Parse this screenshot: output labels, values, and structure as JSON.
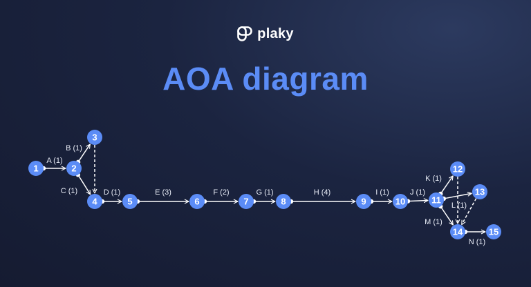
{
  "brand": {
    "name": "plaky",
    "logo_icon": "plaky-logo-icon"
  },
  "title": "AOA diagram",
  "colors": {
    "background": "#1b2440",
    "accent": "#5b8cf6",
    "node_fill": "#5b8cf6",
    "line": "#ffffff"
  },
  "diagram": {
    "nodes": [
      {
        "id": "1",
        "label": "1"
      },
      {
        "id": "2",
        "label": "2"
      },
      {
        "id": "3",
        "label": "3"
      },
      {
        "id": "4",
        "label": "4"
      },
      {
        "id": "5",
        "label": "5"
      },
      {
        "id": "6",
        "label": "6"
      },
      {
        "id": "7",
        "label": "7"
      },
      {
        "id": "8",
        "label": "8"
      },
      {
        "id": "9",
        "label": "9"
      },
      {
        "id": "10",
        "label": "10"
      },
      {
        "id": "11",
        "label": "11"
      },
      {
        "id": "12",
        "label": "12"
      },
      {
        "id": "13",
        "label": "13"
      },
      {
        "id": "14",
        "label": "14"
      },
      {
        "id": "15",
        "label": "15"
      }
    ],
    "edges": [
      {
        "from": "1",
        "to": "2",
        "label": "A (1)",
        "style": "solid"
      },
      {
        "from": "2",
        "to": "3",
        "label": "B (1)",
        "style": "solid"
      },
      {
        "from": "2",
        "to": "4",
        "label": "C (1)",
        "style": "solid"
      },
      {
        "from": "3",
        "to": "4",
        "label": "",
        "style": "dashed"
      },
      {
        "from": "4",
        "to": "5",
        "label": "D (1)",
        "style": "solid"
      },
      {
        "from": "5",
        "to": "6",
        "label": "E (3)",
        "style": "solid"
      },
      {
        "from": "6",
        "to": "7",
        "label": "F (2)",
        "style": "solid"
      },
      {
        "from": "7",
        "to": "8",
        "label": "G (1)",
        "style": "solid"
      },
      {
        "from": "8",
        "to": "9",
        "label": "H (4)",
        "style": "solid"
      },
      {
        "from": "9",
        "to": "10",
        "label": "I (1)",
        "style": "solid"
      },
      {
        "from": "10",
        "to": "11",
        "label": "J (1)",
        "style": "solid"
      },
      {
        "from": "11",
        "to": "12",
        "label": "K (1)",
        "style": "solid"
      },
      {
        "from": "11",
        "to": "13",
        "label": "L (1)",
        "style": "solid"
      },
      {
        "from": "11",
        "to": "14",
        "label": "M (1)",
        "style": "solid"
      },
      {
        "from": "12",
        "to": "14",
        "label": "",
        "style": "dashed"
      },
      {
        "from": "13",
        "to": "14",
        "label": "",
        "style": "dashed"
      },
      {
        "from": "14",
        "to": "15",
        "label": "N (1)",
        "style": "solid"
      }
    ]
  }
}
